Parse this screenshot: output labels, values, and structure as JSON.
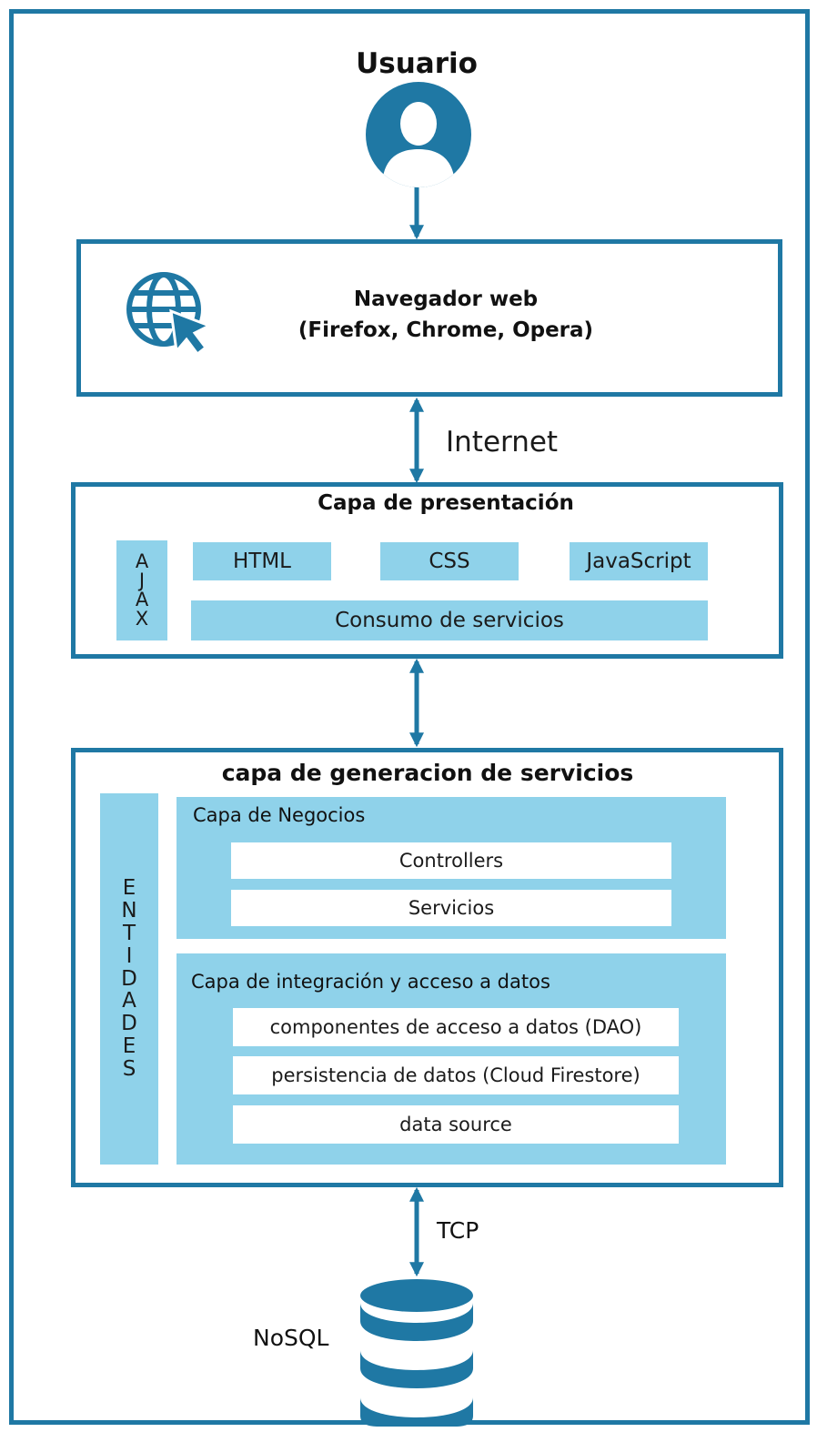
{
  "user": {
    "label": "Usuario",
    "icon": "user-avatar-icon"
  },
  "browser": {
    "title": "Navegador web",
    "subtitle": "(Firefox, Chrome, Opera)",
    "icon": "globe-cursor-icon"
  },
  "link_internet": "Internet",
  "presentation": {
    "title": "Capa de presentación",
    "ajax_letters": [
      "A",
      "J",
      "A",
      "X"
    ],
    "items": [
      "HTML",
      "CSS",
      "JavaScript"
    ],
    "services_bar": "Consumo de servicios"
  },
  "services_layer": {
    "title": "capa de generacion de servicios",
    "entities_letters": [
      "E",
      "N",
      "T",
      "I",
      "D",
      "A",
      "D",
      "E",
      "S"
    ],
    "business": {
      "title": "Capa de Negocios",
      "items": [
        "Controllers",
        "Servicios"
      ]
    },
    "integration": {
      "title": "Capa de integración y acceso a datos",
      "items": [
        "componentes de acceso a datos (DAO)",
        "persistencia de datos (Cloud Firestore)",
        "data source"
      ]
    }
  },
  "link_tcp": "TCP",
  "database": {
    "label": "NoSQL",
    "icon": "database-icon"
  },
  "colors": {
    "accent": "#1f78a4",
    "light_fill": "#8fd2ea",
    "background": "#ffffff"
  }
}
